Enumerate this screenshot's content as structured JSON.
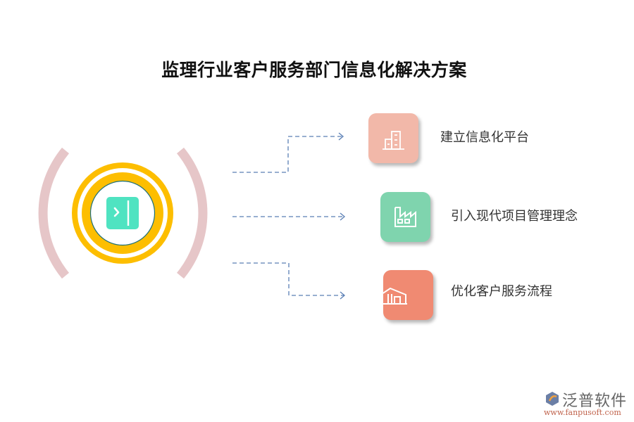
{
  "title": "监理行业客户服务部门信息化解决方案",
  "center": {
    "icon": "expand-panel-icon",
    "ring_color": "#FDBE00",
    "inner_border_color": "#1D6E73",
    "icon_color": "#4FE3C1",
    "bracket_color": "#E6C6C8"
  },
  "connector_color": "#5A7FB5",
  "items": [
    {
      "label": "建立信息化平台",
      "icon": "building-icon",
      "color": "#F2B8A9"
    },
    {
      "label": "引入现代项目管理理念",
      "icon": "factory-icon",
      "color": "#7FD4AE"
    },
    {
      "label": "优化客户服务流程",
      "icon": "warehouse-icon",
      "color": "#F08A72"
    }
  ],
  "logo": {
    "name": "泛普软件",
    "url": "www.fanpusoft.com"
  }
}
